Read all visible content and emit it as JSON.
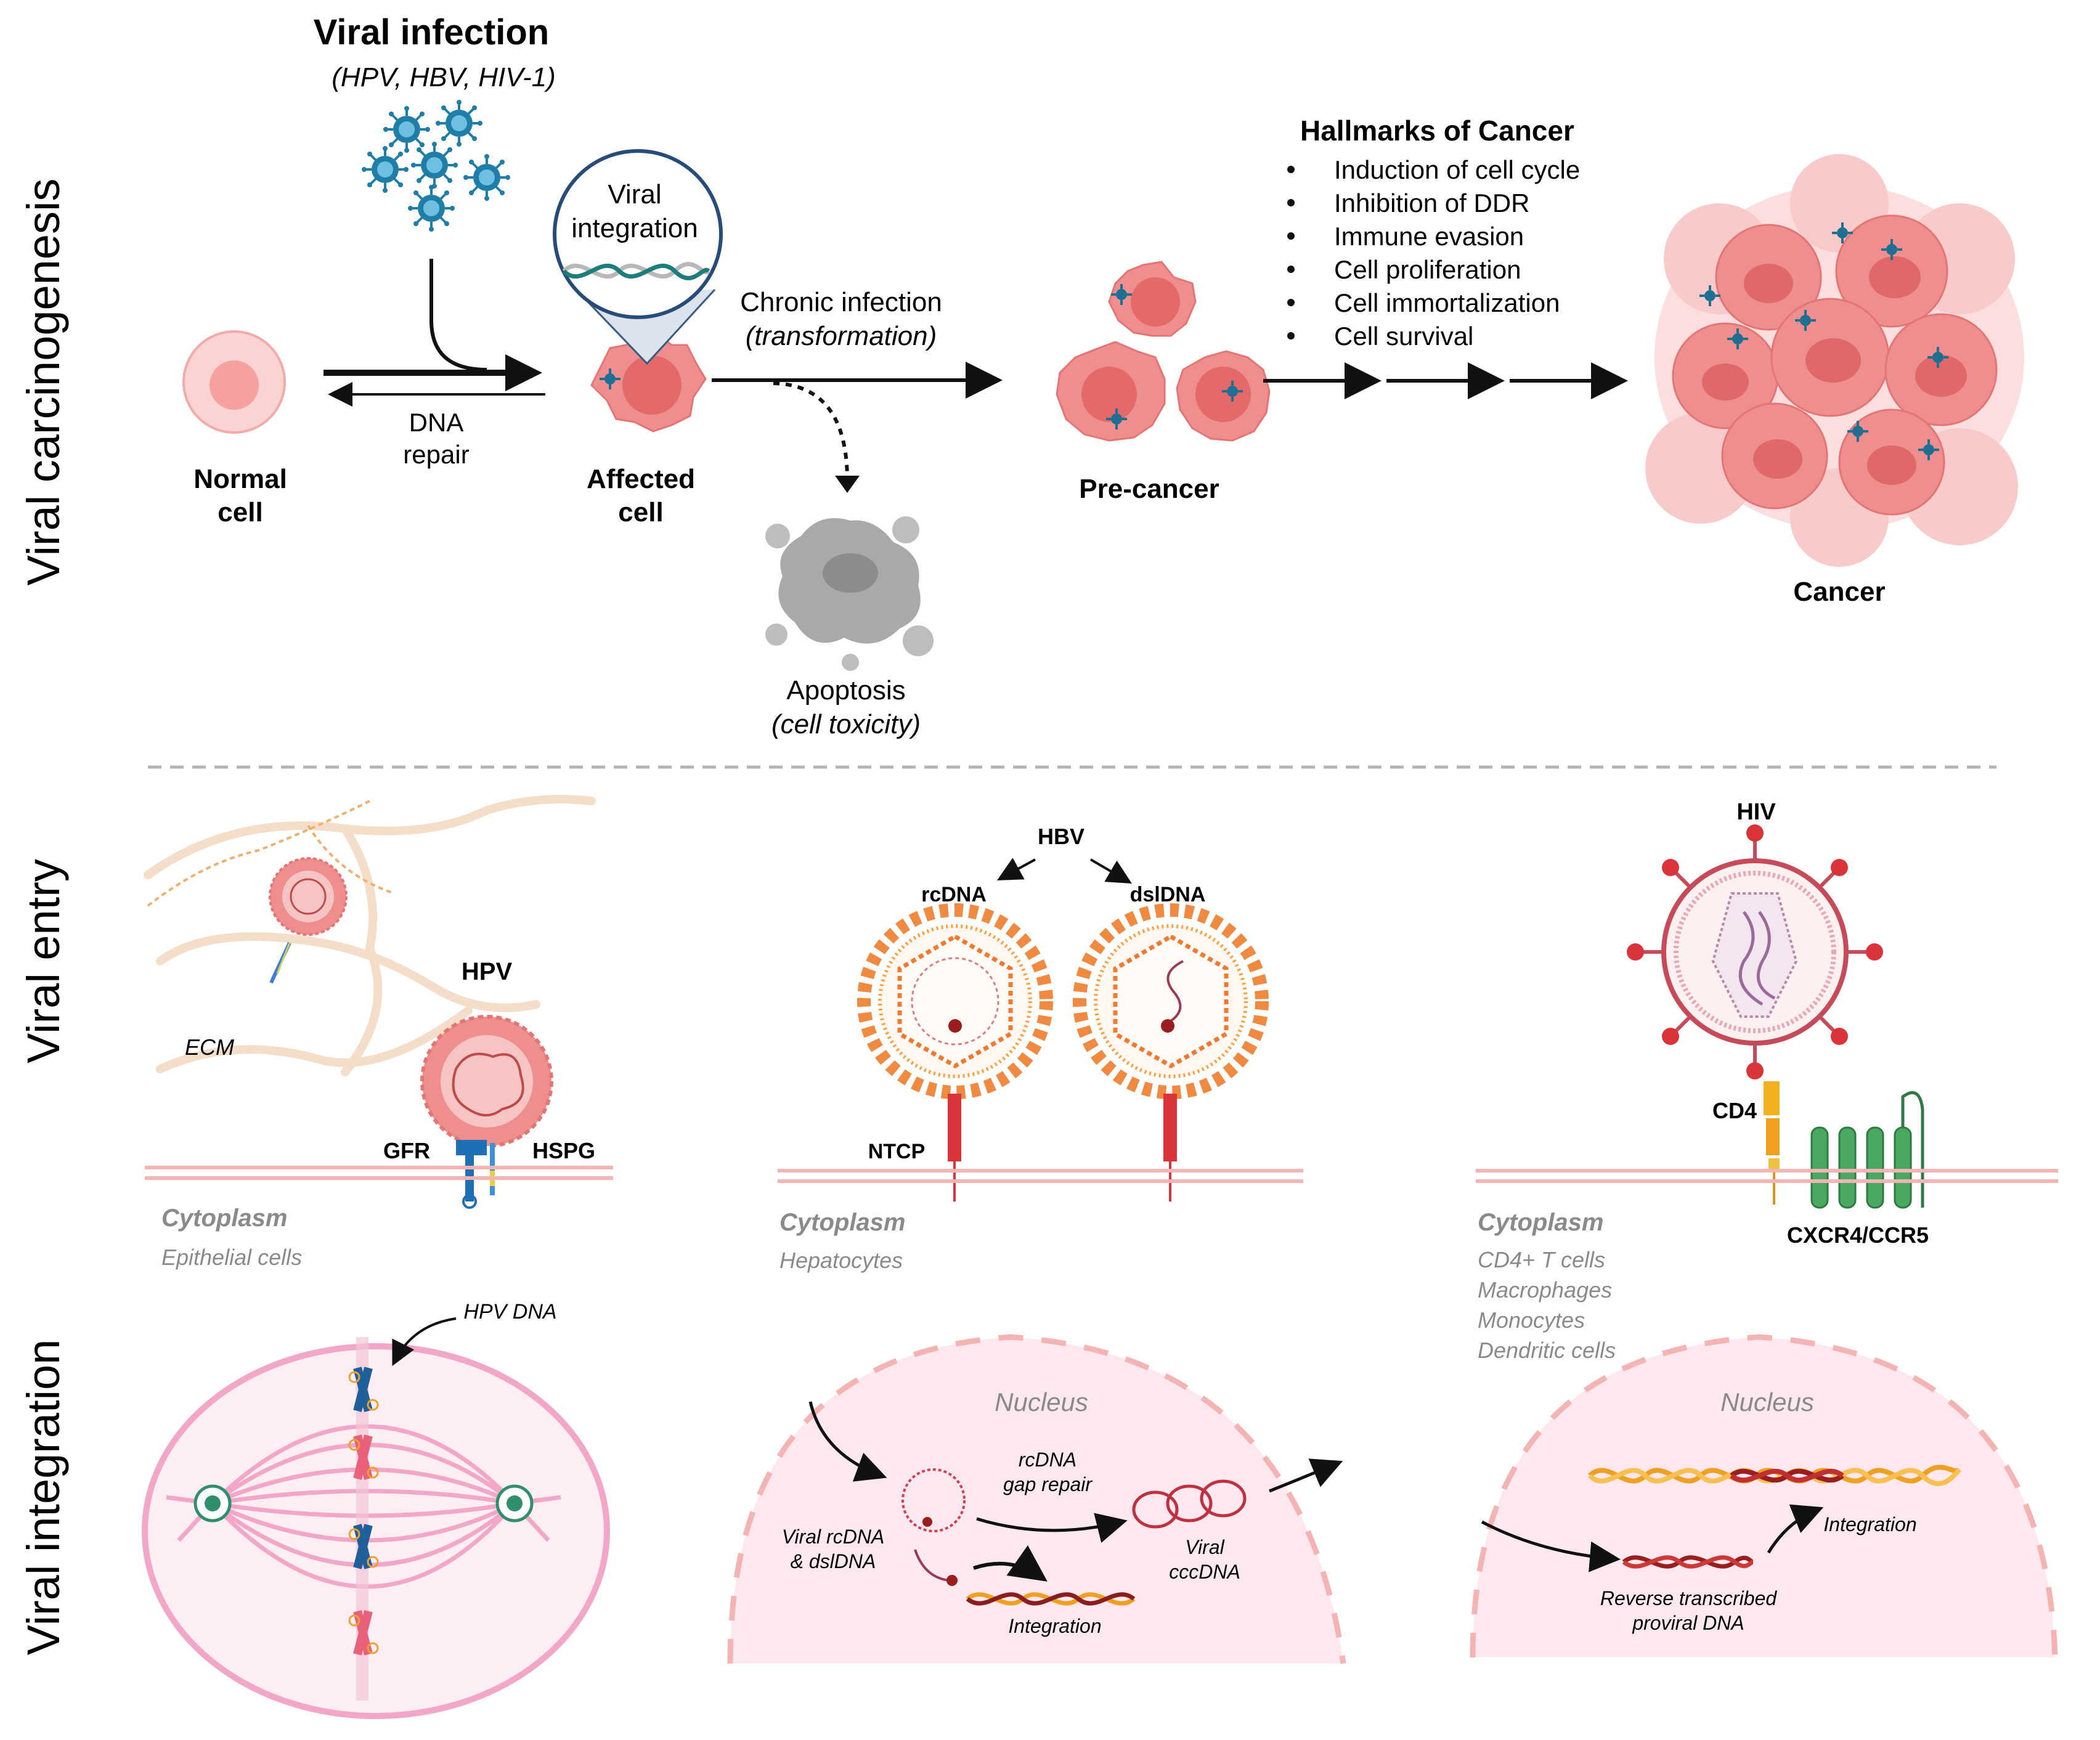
{
  "top": {
    "section_label": "Viral carcinogenesis",
    "viral_infection_title": "Viral infection",
    "viral_infection_sub": "(HPV, HBV, HIV-1)",
    "zoom_label_1": "Viral",
    "zoom_label_2": "integration",
    "normal_cell_1": "Normal",
    "normal_cell_2": "cell",
    "dna_repair_1": "DNA",
    "dna_repair_2": "repair",
    "affected_cell_1": "Affected",
    "affected_cell_2": "cell",
    "chronic_1": "Chronic infection",
    "chronic_2": "(transformation)",
    "apoptosis_1": "Apoptosis",
    "apoptosis_2": "(cell toxicity)",
    "precancer": "Pre-cancer",
    "hallmarks_title": "Hallmarks of Cancer",
    "hallmarks": [
      "Induction of cell cycle",
      "Inhibition of DDR",
      "Immune evasion",
      "Cell proliferation",
      "Cell immortalization",
      "Cell survival"
    ],
    "cancer": "Cancer"
  },
  "entry": {
    "section_label": "Viral entry",
    "hpv": {
      "ecm": "ECM",
      "virus": "HPV",
      "gfr": "GFR",
      "hspg": "HSPG",
      "cytoplasm": "Cytoplasm",
      "cell_type": "Epithelial cells"
    },
    "hbv": {
      "virus": "HBV",
      "rcdna": "rcDNA",
      "dsldna": "dslDNA",
      "ntcp": "NTCP",
      "cytoplasm": "Cytoplasm",
      "cell_type": "Hepatocytes"
    },
    "hiv": {
      "virus": "HIV",
      "cd4": "CD4",
      "coreceptor": "CXCR4/CCR5",
      "cytoplasm": "Cytoplasm",
      "cell_types": [
        "CD4+ T cells",
        "Macrophages",
        "Monocytes",
        "Dendritic cells"
      ]
    }
  },
  "integration": {
    "section_label": "Viral integration",
    "hpv_dna": "HPV DNA",
    "hbv": {
      "nucleus": "Nucleus",
      "gap_repair_1": "rcDNA",
      "gap_repair_2": "gap repair",
      "viral_rcdna_1": "Viral rcDNA",
      "viral_rcdna_2": "& dslDNA",
      "cccdna_1": "Viral",
      "cccdna_2": "cccDNA",
      "integration": "Integration"
    },
    "hiv": {
      "nucleus": "Nucleus",
      "integration": "Integration",
      "proviral_1": "Reverse transcribed",
      "proviral_2": "proviral DNA"
    }
  },
  "colors": {
    "cell_pink": "#f08a8a",
    "virus_blue": "#1f7ea8",
    "arrow": "#111111",
    "membrane": "#f4b4b4",
    "spindle": "#f2a6c8",
    "nucleus_fill": "#fce8ee",
    "grey_text": "#8a8a8a"
  }
}
